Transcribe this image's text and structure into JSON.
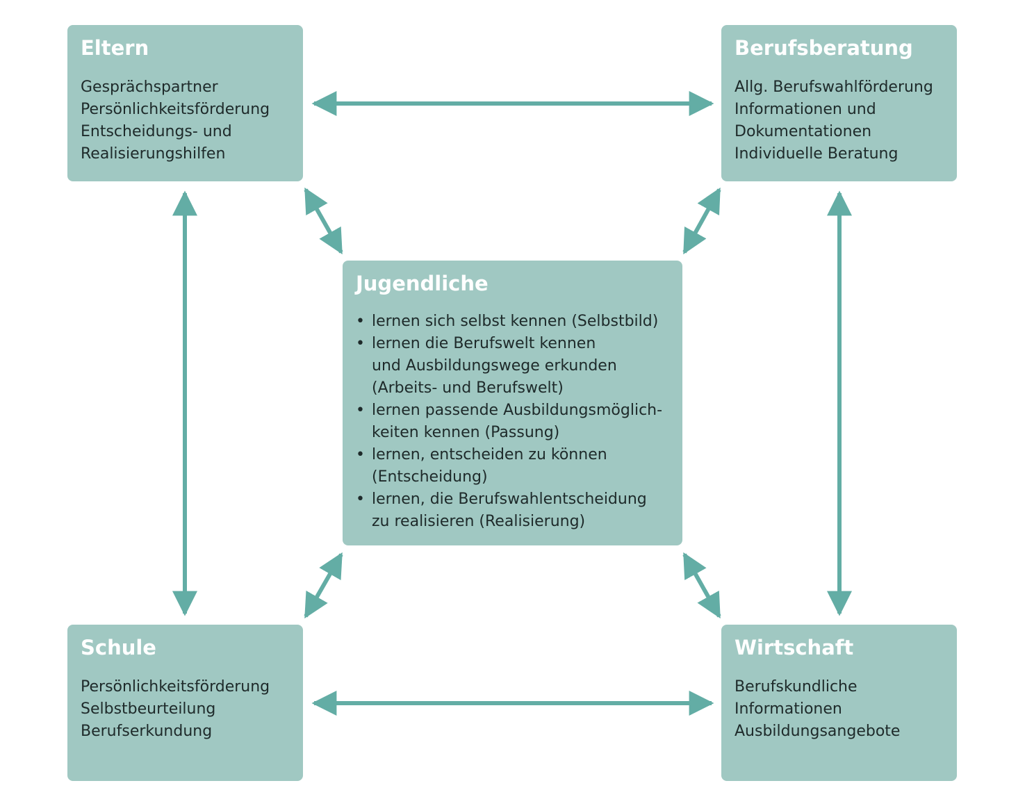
{
  "colors": {
    "box_fill": "#a0c8c2",
    "arrow": "#63ada5",
    "title_text": "#ffffff",
    "body_text": "#1e2a2a"
  },
  "eltern": {
    "title": "Eltern",
    "lines": [
      "Gesprächspartner",
      "Persönlichkeitsförderung",
      "Entscheidungs- und",
      "Realisierungshilfen"
    ]
  },
  "berufsberatung": {
    "title": "Berufsberatung",
    "lines": [
      "Allg. Berufswahlförderung",
      "Informationen und",
      "Dokumentationen",
      "Individuelle Beratung"
    ]
  },
  "schule": {
    "title": "Schule",
    "lines": [
      "Persönlichkeitsförderung",
      "Selbstbeurteilung",
      "Berufserkundung"
    ]
  },
  "wirtschaft": {
    "title": "Wirtschaft",
    "lines": [
      "Berufskundliche",
      "Informationen",
      "Ausbildungsangebote"
    ]
  },
  "jugendliche": {
    "title": "Jugendliche",
    "bullet_symbol": "•",
    "items": [
      [
        "lernen sich selbst kennen (Selbstbild)"
      ],
      [
        "lernen die Berufswelt kennen",
        "und Ausbildungswege erkunden",
        "(Arbeits- und Berufswelt)"
      ],
      [
        "lernen passende Ausbildungsmöglich-",
        "keiten kennen (Passung)"
      ],
      [
        "lernen, entscheiden zu können",
        "(Entscheidung)"
      ],
      [
        "lernen, die Berufswahlentscheidung",
        "zu realisieren (Realisierung)"
      ]
    ]
  }
}
